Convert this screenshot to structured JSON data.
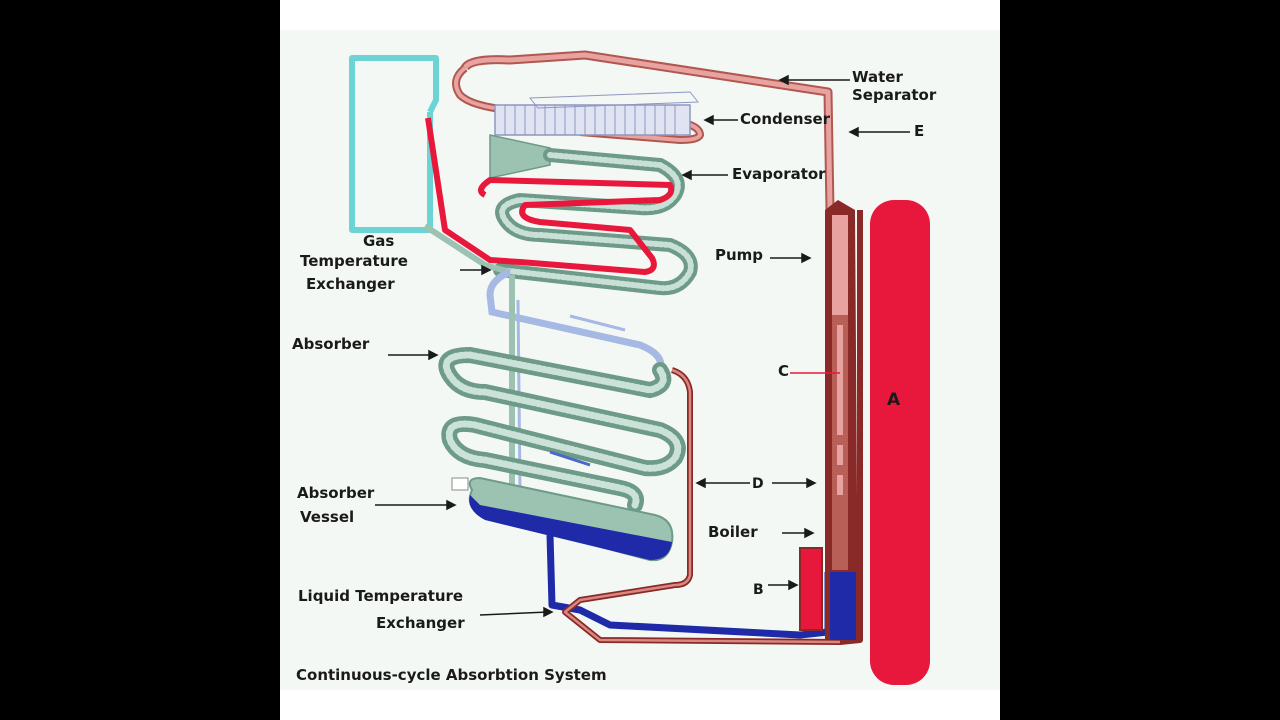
{
  "diagram": {
    "title": "Continuous-cycle Absorbtion System",
    "labels": {
      "water_separator_1": "Water",
      "water_separator_2": "Separator",
      "condenser": "Condenser",
      "e": "E",
      "evaporator": "Evaporator",
      "pump": "Pump",
      "gas_temp_1": "Gas",
      "gas_temp_2": "Temperature",
      "gas_temp_3": "Exchanger",
      "absorber": "Absorber",
      "c": "C",
      "a": "A",
      "d": "D",
      "absorber_vessel_1": "Absorber",
      "absorber_vessel_2": "Vessel",
      "boiler": "Boiler",
      "b": "B",
      "liquid_temp_1": "Liquid Temperature",
      "liquid_temp_2": "Exchanger"
    },
    "colors": {
      "background": "#ffffff",
      "panel": "#f4f8f4",
      "outer_border": "#000000",
      "hot_red": "#e8183c",
      "pink_pipe": "#e8a2a0",
      "pink_pipe_dark": "#b05850",
      "cyan_pipe": "#6cd4d4",
      "green_coil": "#9cc2b2",
      "green_coil_dark": "#6e9a88",
      "blue_pipe": "#1e2aa8",
      "light_blue": "#a6b8e4",
      "dark_brown": "#8a2a28",
      "fins": "#c4c8e0"
    }
  }
}
